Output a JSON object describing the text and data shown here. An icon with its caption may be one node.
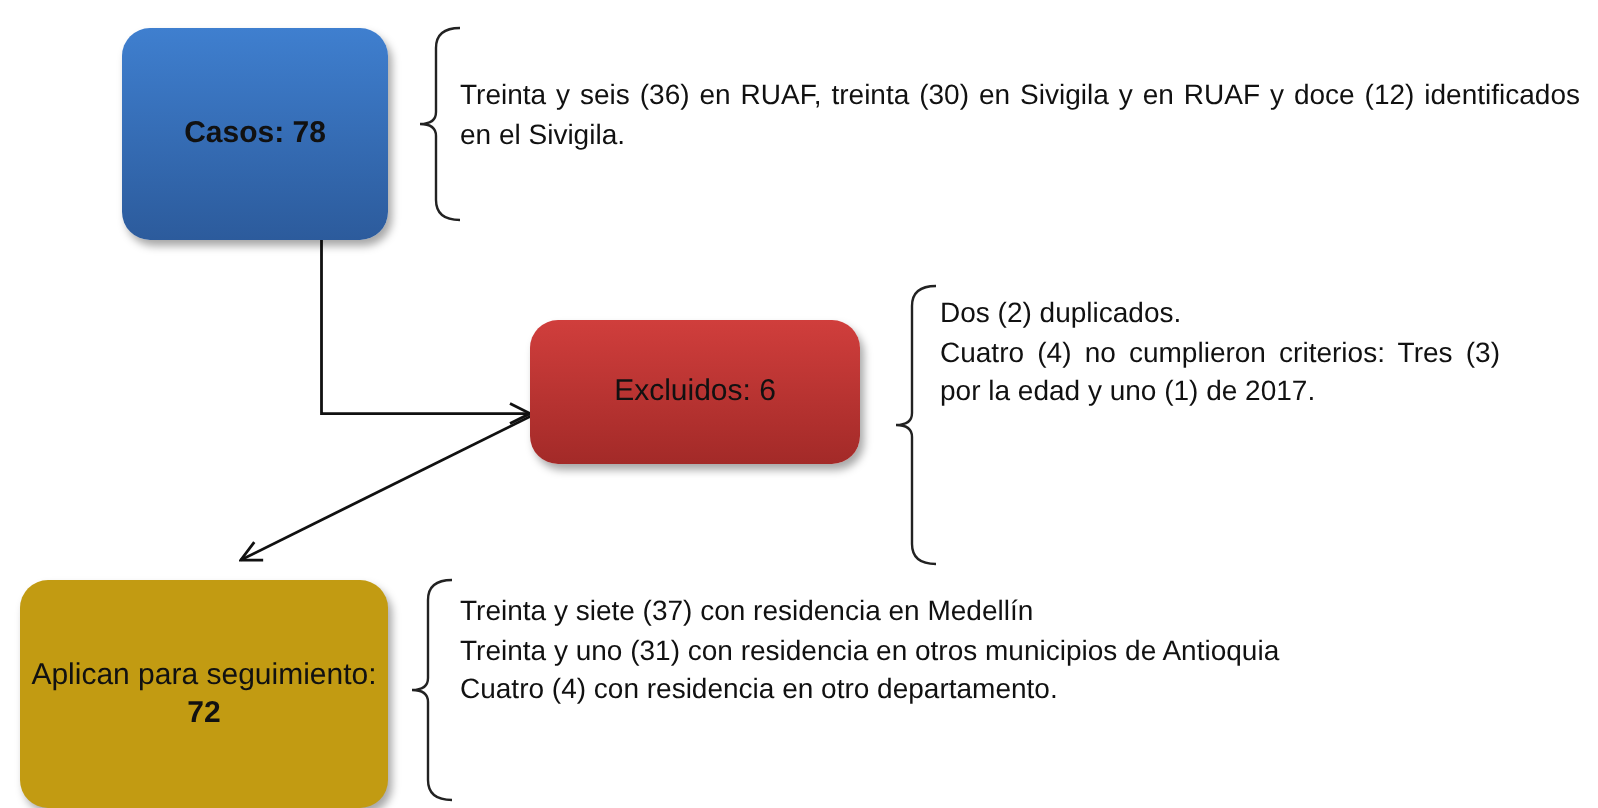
{
  "diagram": {
    "nodes": [
      {
        "text": [
          "Casos: 78"
        ],
        "beside": [
          "Treinta y seis (36) en RUAF, treinta (30) en Sivigila y en RUAF y doce (12) identificados en el Sivigila."
        ]
      },
      {
        "text": [
          "Excluidos: 6"
        ],
        "beside": [
          "Dos (2) duplicados.",
          "Cuatro (4) no cumplieron criterios: Tres (3) por la edad y uno (1) de 2017."
        ]
      },
      {
        "text": [
          "Aplican para seguimiento: **72**"
        ],
        "beside": [
          "Treinta y siete (37) con residencia en Medellín",
          "Treinta y uno (31) con residencia en otros municipios de Antioquia",
          "Cuatro (4) con residencia en otro departamento."
        ]
      }
    ],
    "edges": [
      {
        "from": 0,
        "to": 1,
        "arrow": "to"
      },
      {
        "from": 1,
        "to": 2,
        "arrow": "to"
      }
    ]
  }
}
